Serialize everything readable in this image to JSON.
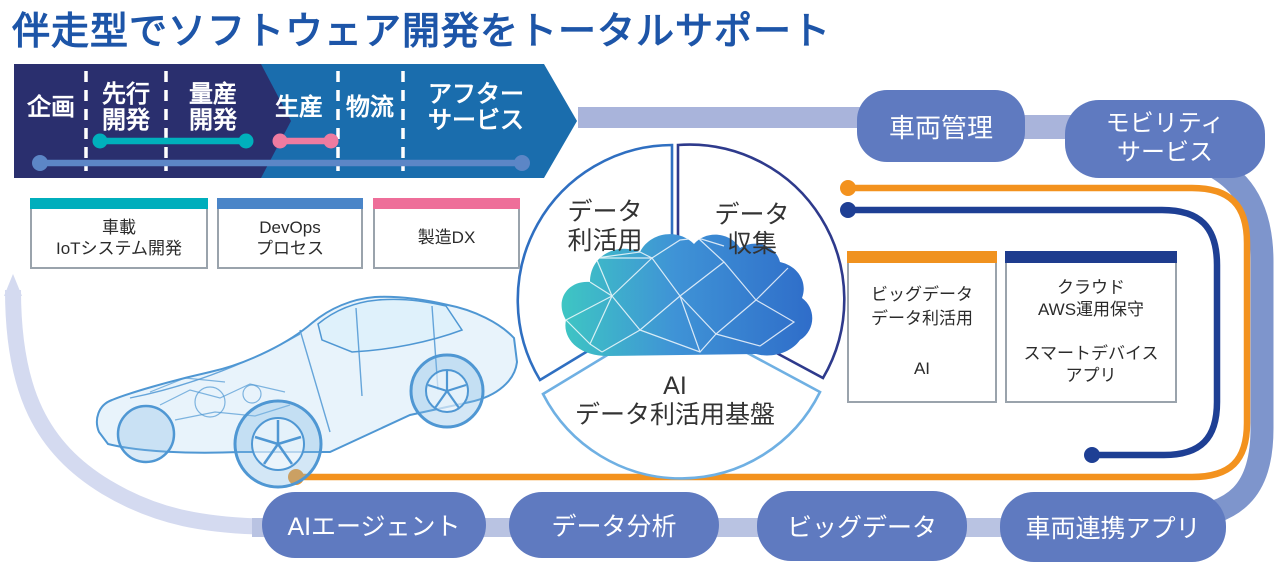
{
  "title": "伴走型でソフトウェア開発をトータルサポート",
  "process": {
    "stages": [
      {
        "label": "企画"
      },
      {
        "label": "先行\n開発"
      },
      {
        "label": "量産\n開発"
      },
      {
        "label": "生産"
      },
      {
        "label": "物流"
      },
      {
        "label": "アフター\nサービス"
      }
    ],
    "colors": {
      "development_segment": "#2a2f6e",
      "production_segment": "#1a6dad",
      "dev_span_line": "#00b0bc",
      "production_span_line": "#ee7ba0",
      "full_span_line": "#5c86c6"
    }
  },
  "left_boxes": [
    {
      "label": "車載\nIoTシステム開発",
      "bar_color": "#00aebc"
    },
    {
      "label": "DevOps\nプロセス",
      "bar_color": "#4a85c8"
    },
    {
      "label": "製造DX",
      "bar_color": "#ee6e99"
    }
  ],
  "right_boxes": [
    {
      "label": "ビッグデータ\nデータ利活用\n\nAI",
      "bar_color": "#f0921f"
    },
    {
      "label": "クラウド\nAWS運用保守\n\nスマートデバイス\nアプリ",
      "bar_color": "#1e3c8e"
    }
  ],
  "circle": {
    "segments": [
      {
        "label": "データ\n利活用",
        "arc_color": "#2f6fc1"
      },
      {
        "label": "データ\n収集",
        "arc_color": "#2e3a8c"
      },
      {
        "label": "AI\nデータ利活用基盤",
        "arc_color": "#6fb0e3"
      }
    ],
    "cloud_colors": [
      "#3ec6c3",
      "#2f6dc9"
    ]
  },
  "pills": [
    {
      "label": "車両管理"
    },
    {
      "label": "モビリティ\nサービス"
    },
    {
      "label": "AIエージェント"
    },
    {
      "label": "データ分析"
    },
    {
      "label": "ビッグデータ"
    },
    {
      "label": "車両連携アプリ"
    }
  ],
  "pill_color": "#5f7ac0",
  "connectors": {
    "orange_line": "#f3921e",
    "navy_line": "#1e3f94",
    "light_band": "#a9b4db",
    "outer_curve": "#7e95cc",
    "left_curve": "#d4daf0"
  }
}
